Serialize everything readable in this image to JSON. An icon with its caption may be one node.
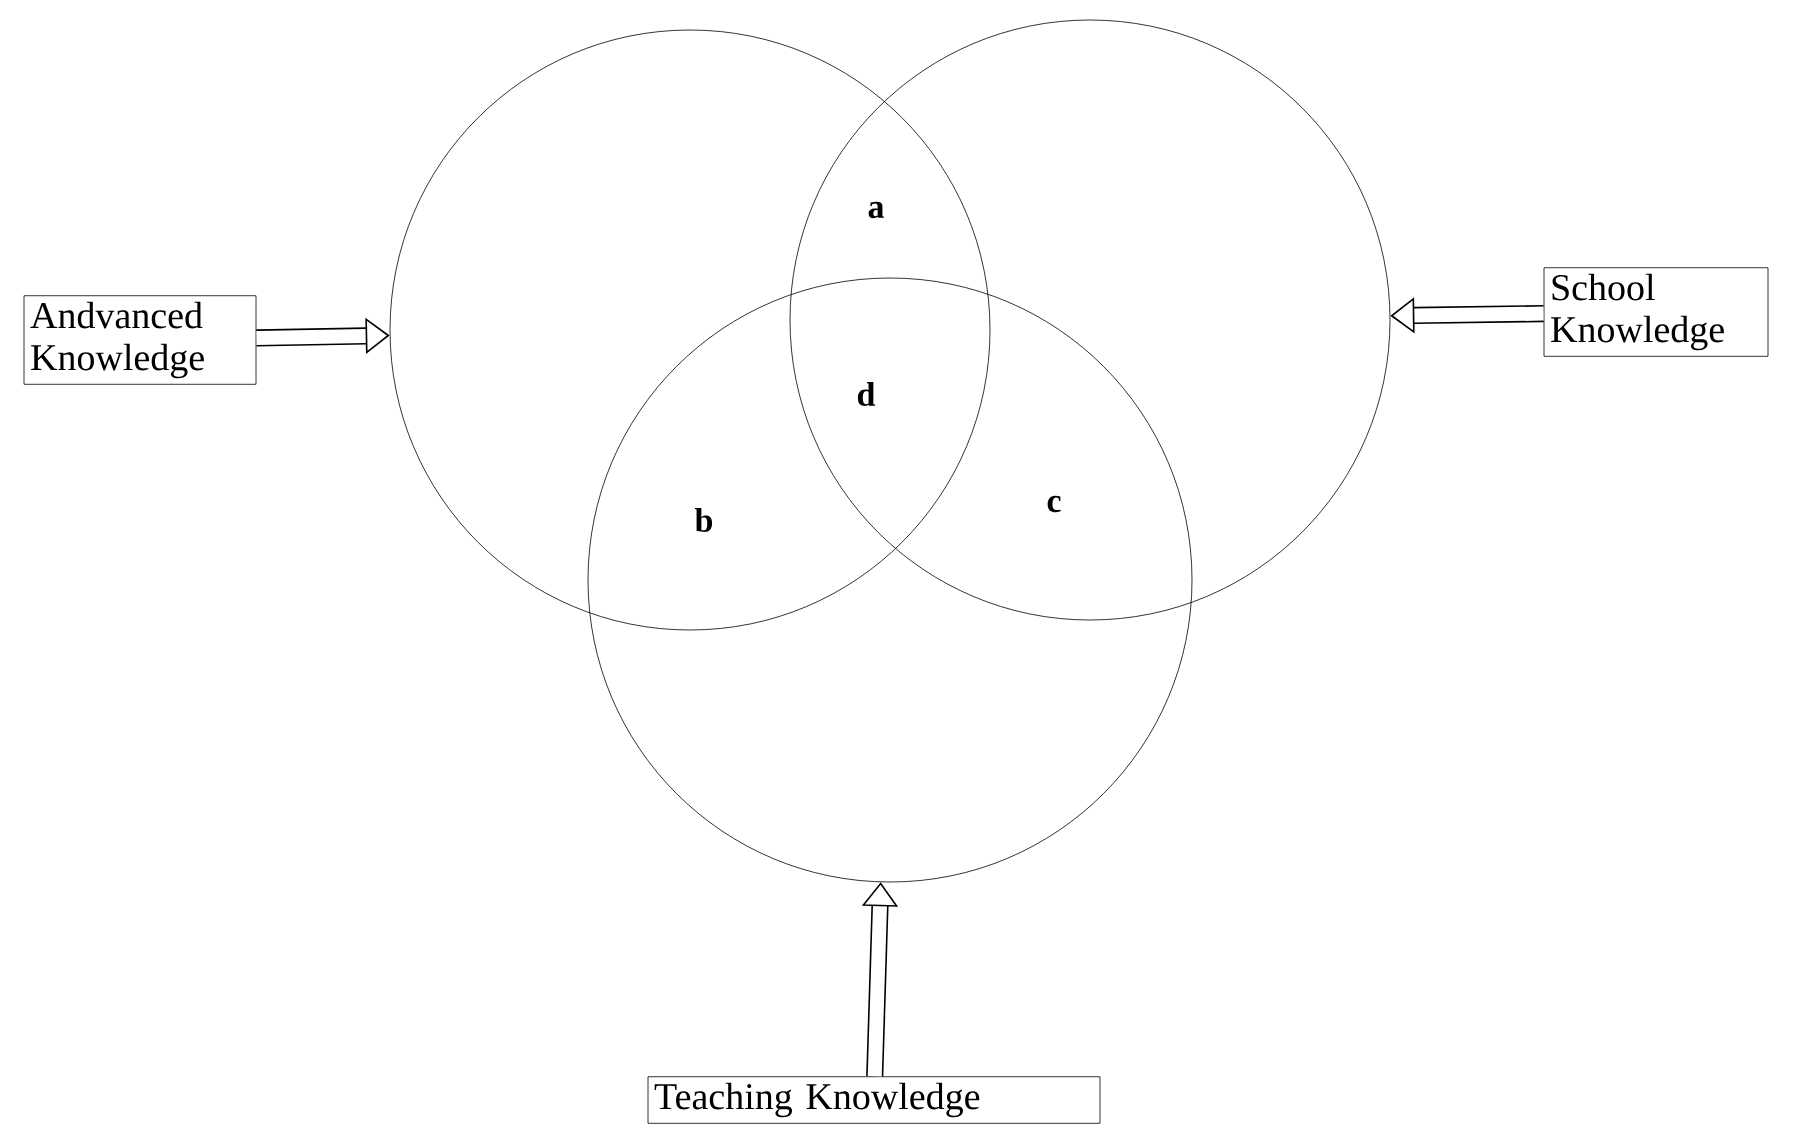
{
  "diagram": {
    "nodes": [
      {
        "text": [
          "Andvanced Knowledge"
        ]
      },
      {
        "text": [],
        "shape": "circle"
      },
      {
        "text": [],
        "shape": "circle"
      },
      {
        "text": [
          "School Knowledge"
        ]
      },
      {
        "text": [],
        "shape": "circle"
      },
      {
        "text": [
          "Teaching Knowledge"
        ]
      }
    ],
    "edges": [
      {
        "from": 0,
        "to": 1,
        "arrow": "to"
      },
      {
        "from": 3,
        "to": 2,
        "arrow": "to"
      },
      {
        "from": 5,
        "to": 4,
        "arrow": "to"
      }
    ],
    "labels": [
      "a",
      "d",
      "b",
      "c"
    ]
  }
}
